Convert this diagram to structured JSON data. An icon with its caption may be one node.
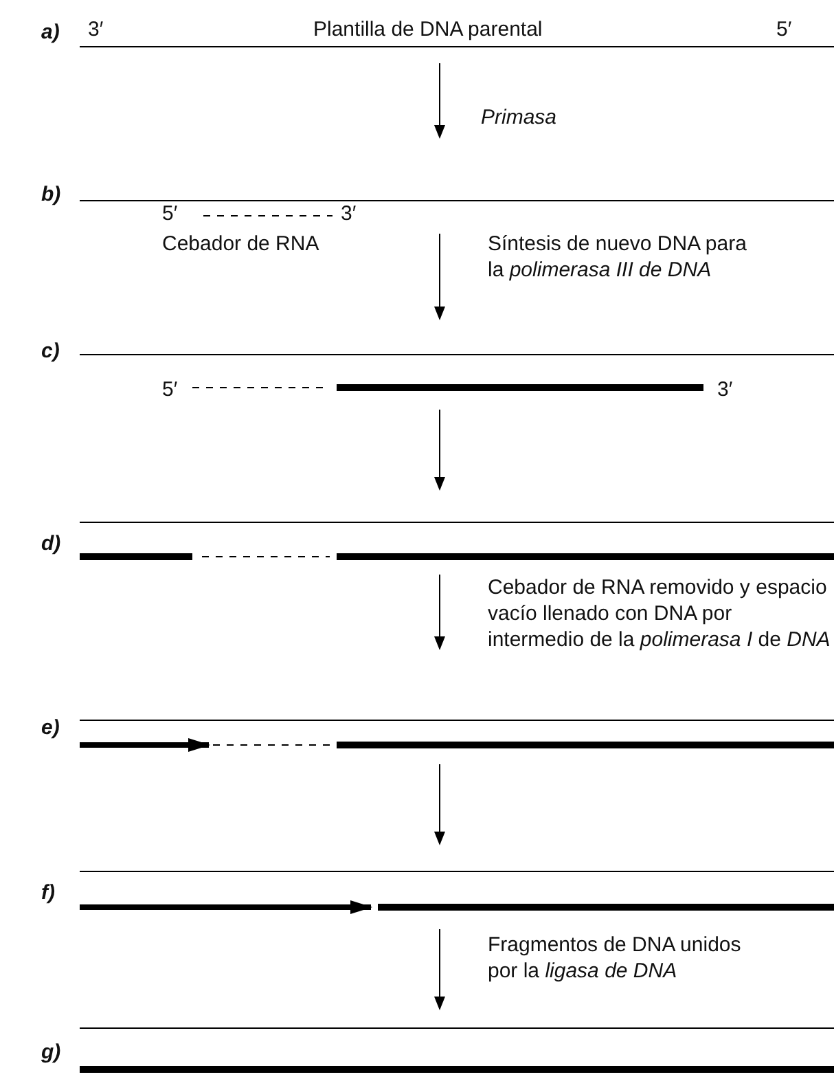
{
  "diagram": {
    "labels": [
      "a)",
      "3′",
      "Plantilla de DNA parental",
      "5′",
      "Primasa",
      "b)",
      "5′",
      "3′",
      "Cebador de RNA",
      "Síntesis de nuevo DNA para la *polimerasa III de DNA*",
      "c)",
      "5′",
      "3′",
      "d)",
      "Cebador de RNA removido y espacio vacío llenado con DNA por intermedio de la *polimerasa I* de *DNA*",
      "e)",
      "f)",
      "Fragmentos de DNA unidos por la *ligasa de DNA*",
      "g)"
    ]
  }
}
